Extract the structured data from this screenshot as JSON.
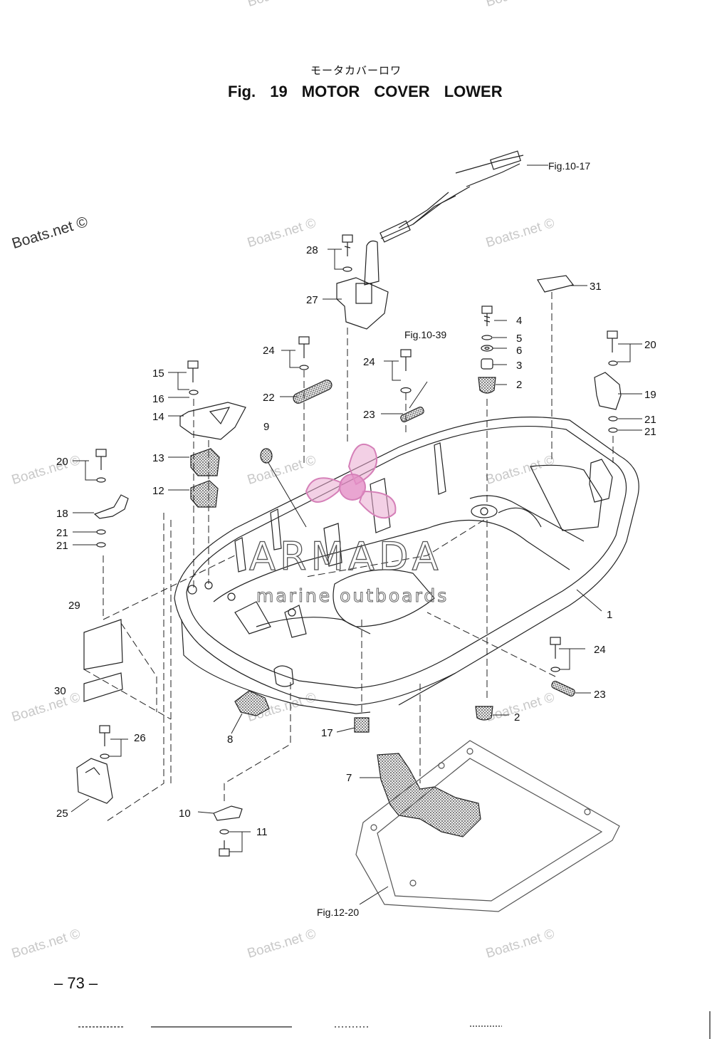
{
  "header": {
    "title_jp": "モータカバーロワ",
    "title": "Fig. 19    MOTOR COVER LOWER"
  },
  "page_number": "– 73 –",
  "watermarks": {
    "text": "Boats.net ©"
  },
  "logo": {
    "name": "ARMADA",
    "tagline": "marine outboards",
    "accent_color": "#e9a9d0"
  },
  "callouts": {
    "n1": "1",
    "n2a": "2",
    "n2b": "2",
    "n3": "3",
    "n4": "4",
    "n5": "5",
    "n6": "6",
    "n7": "7",
    "n8": "8",
    "n9": "9",
    "n10": "10",
    "n11": "11",
    "n12": "12",
    "n13": "13",
    "n14": "14",
    "n15": "15",
    "n16": "16",
    "n17": "17",
    "n18": "18",
    "n19": "19",
    "n20a": "20",
    "n20b": "20",
    "n21a": "21",
    "n21b": "21",
    "n21c": "21",
    "n21d": "21",
    "n22": "22",
    "n23a": "23",
    "n23b": "23",
    "n24a": "24",
    "n24b": "24",
    "n24c": "24",
    "n25": "25",
    "n26": "26",
    "n27": "27",
    "n28": "28",
    "n29": "29",
    "n30": "30",
    "n31": "31"
  },
  "references": {
    "fig_10_17": "Fig.10-17",
    "fig_10_39": "Fig.10-39",
    "fig_12_20": "Fig.12-20"
  }
}
